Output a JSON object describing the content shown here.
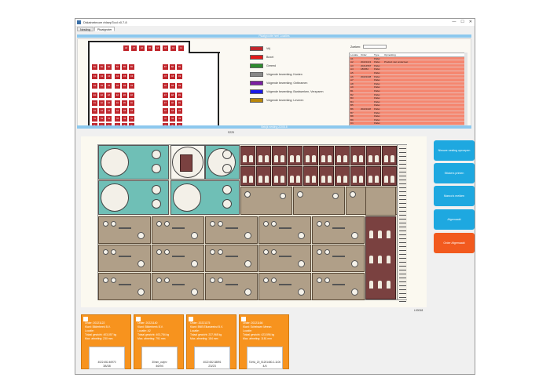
{
  "window": {
    "title": "Dtdatnetmore rblsepTool v0.7.8",
    "controls": [
      "—",
      "☐",
      "✕"
    ]
  },
  "tabs": [
    {
      "label": "Nesting",
      "active": false
    },
    {
      "label": "Plaatgroter",
      "active": true
    }
  ],
  "top_section_title": "Plaatgrootte heel Locaties",
  "mid_section_title": "Bekijk nesting 220018",
  "mid_label": "S225",
  "bottom_right_label": "L00018",
  "floor_cells": [
    "A8",
    "A7",
    "A6",
    "A5",
    "A4",
    "A3",
    "A2",
    "A1",
    "B1",
    "B2",
    "B3",
    "B4",
    "B5",
    "B6",
    "B7",
    "B8",
    "B9",
    "C1",
    "C2",
    "C3",
    "C4",
    "C5",
    "C6",
    "C7",
    "C8",
    "C9",
    "D1",
    "D2",
    "D3",
    "D4",
    "D5",
    "D6",
    "D7",
    "D8",
    "D9",
    "E1",
    "E2",
    "E3",
    "E4",
    "E5",
    "E6",
    "E7",
    "E8",
    "E9",
    "F1",
    "F2",
    "F3",
    "F4",
    "F5",
    "F6",
    "F7",
    "F8",
    "F9",
    "G1",
    "G2",
    "G3",
    "G4",
    "G5",
    "G6",
    "G7",
    "G8",
    "G9",
    "H1",
    "H2",
    "H3",
    "H4",
    "H5",
    "H6",
    "H7",
    "H8",
    "H9",
    "I1",
    "I2",
    "I3",
    "I4",
    "I5",
    "I6",
    "I7",
    "I8",
    "I9"
  ],
  "legend": [
    {
      "label": "Vrij",
      "color": "#c0272d"
    },
    {
      "label": "Bezet",
      "color": "#e11a1a"
    },
    {
      "label": "Gereed",
      "color": "#2e8b2e"
    },
    {
      "label": "Volgende bewerking: Kanten",
      "color": "#888888"
    },
    {
      "label": "Volgende bewerking: Ontbramen",
      "color": "#7b1fa2"
    },
    {
      "label": "Volgende bewerking: Bankwerken, Verzparen",
      "color": "#1a1ae6"
    },
    {
      "label": "Volgende bewerking: Leveren",
      "color": "#b8860b"
    }
  ],
  "search": {
    "label": "Zoeken:",
    "placeholder": ""
  },
  "table": {
    "headers": [
      "Locatie",
      "Order",
      "Type",
      "Opmerking"
    ],
    "rows": [
      [
        "A1",
        "",
        "Pallet",
        ""
      ],
      [
        "A2",
        "20221143",
        "Pallet",
        "Product niet onderzeet"
      ],
      [
        "A3",
        "20214567",
        "Pallet",
        ""
      ],
      [
        "A4",
        "180052",
        "Pallet",
        ""
      ],
      [
        "A5",
        "",
        "Pallet",
        ""
      ],
      [
        "A6",
        "20221138",
        "Pallet",
        ""
      ],
      [
        "A7",
        "",
        "Pallet",
        ""
      ],
      [
        "A8",
        "",
        "Pallet",
        ""
      ],
      [
        "A9",
        "",
        "Pallet",
        ""
      ],
      [
        "B1",
        "",
        "Pallet",
        ""
      ],
      [
        "B2",
        "",
        "Pallet",
        ""
      ],
      [
        "B3",
        "",
        "Pallet",
        ""
      ],
      [
        "B4",
        "",
        "Pallet",
        ""
      ],
      [
        "B5",
        "",
        "Pallet",
        ""
      ],
      [
        "B6",
        "20221118",
        "Pallet",
        ""
      ],
      [
        "B7",
        "",
        "Pallet",
        ""
      ],
      [
        "B8",
        "",
        "Pallet",
        ""
      ],
      [
        "B9",
        "",
        "Pallet",
        ""
      ],
      [
        "C1",
        "",
        "Pallet",
        ""
      ]
    ]
  },
  "actions": [
    {
      "label": "Nieuwe nesting oproepen",
      "color": "#1ea8e0"
    },
    {
      "label": "Stickers printen",
      "color": "#1ea8e0"
    },
    {
      "label": "Manco's melden",
      "color": "#1ea8e0"
    },
    {
      "label": "Afgemaakt",
      "color": "#1ea8e0"
    },
    {
      "label": "Order Afgemaakt",
      "color": "#f25a1e"
    }
  ],
  "cards": [
    {
      "lines": [
        "Order: 20221122",
        "Klant: Bilderbeek B.V.",
        "Locatie:",
        "Totaal gewicht: 403,057 kg",
        "Max. afmeting: 230 mm"
      ],
      "thumb_label": "4022.652.46970",
      "count": "38/38"
    },
    {
      "lines": [
        "Order: 20221140",
        "Klant: Bilderbeek B.V.",
        "Locatie:  A2",
        "Totaal gewicht: 403,784 kg",
        "Max. afmeting: 791 mm"
      ],
      "thumb_label": "30mm_cut(ev",
      "count": "46/94"
    },
    {
      "lines": [
        "Order: 20221175",
        "Klant: BNB Eikasteekst B.V.",
        "Locatie:",
        "Totaal gewicht: 237,968 kg",
        "Max. afmeting: 184 mm"
      ],
      "thumb_label": "4022.652.38891",
      "count": "23/23"
    },
    {
      "lines": [
        "Order: 20221166",
        "Klant: Scheissen Meesn",
        "Locatie:",
        "Totaal gewicht: 423,596 kg",
        "Max. afmeting: 1181 mm"
      ],
      "thumb_label": "TAHA_20_51201480-2-1100",
      "count": "4/4"
    }
  ]
}
